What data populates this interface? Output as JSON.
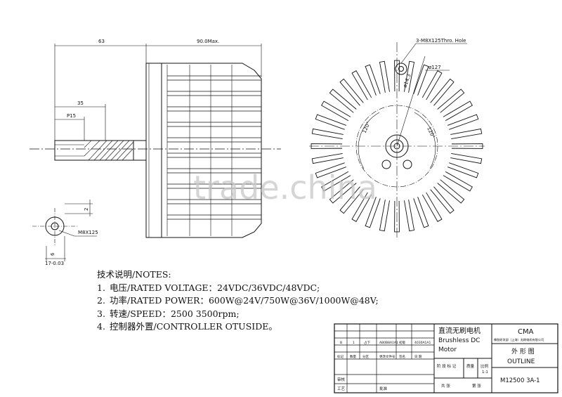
{
  "dimensions": {
    "shaft_len": "63",
    "body_len": "90.0Max.",
    "d35": "35",
    "p15": "P15",
    "hole_note": "3-M8X125Thro. Hole",
    "phi127": "ø127",
    "phi143": "ø14.3",
    "angle1": "120°",
    "angle2": "120°",
    "small_dim": "2",
    "thread": "M8X125",
    "key_width": "6",
    "shaft_dia": "17-0.03"
  },
  "notes": {
    "heading": "技术说明/NOTES:",
    "items": [
      {
        "num": "1.",
        "text": "电压/RATED VOLTAGE：24VDC/36VDC/48VDC;"
      },
      {
        "num": "2.",
        "text": "功率/RATED POWER：600W@24V/750W@36V/1000W@48V;"
      },
      {
        "num": "3.",
        "text": "转速/SPEED：2500 3500rpm;"
      },
      {
        "num": "4.",
        "text": "控制器外置/CONTROLLER OTUSIDE。"
      }
    ]
  },
  "title_block": {
    "name_cn": "直流无刷电机",
    "name_en1": "Brushless DC",
    "name_en2": "Motor",
    "company": "CMA",
    "company_sub": "橡胶研发部（上海）无刷电机有限公司",
    "view_cn": "外 形 图",
    "view_en": "OUTLINE",
    "drawing_no": "M12500 3A-1",
    "cells": [
      "B",
      "1",
      "占下",
      "AB0B8A1A1",
      "初版",
      "4030A1A1",
      "标记",
      "数量",
      "分区",
      "更改文件号",
      "签名",
      "日 期",
      "阶 段 标 记",
      "质量",
      "比例",
      "审核",
      "工艺",
      "批准",
      "共 张",
      "第 张",
      "1:1"
    ]
  },
  "watermark": "trade.china"
}
